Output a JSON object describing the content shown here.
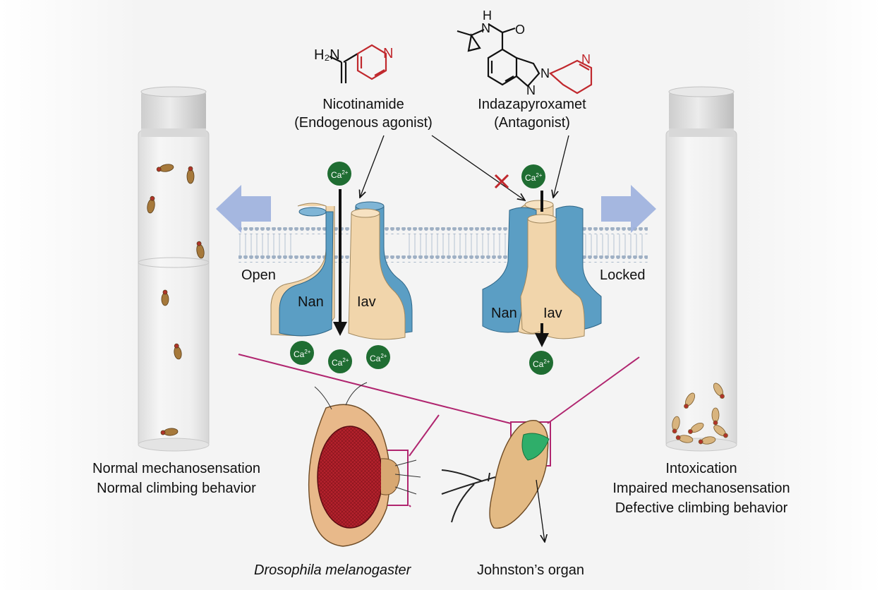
{
  "compounds": {
    "nicotinamide": {
      "formula_group": "H₂N",
      "ring_atom": "N",
      "name": "Nicotinamide",
      "role": "(Endogenous agonist)"
    },
    "indazapyroxamet": {
      "nh_h": "H",
      "nh_n": "N",
      "carbonyl_o": "O",
      "ring_n1": "N",
      "ring_n2": "N",
      "pyridine_n": "N",
      "name": "Indazapyroxamet",
      "role": "(Antagonist)"
    }
  },
  "channel_open": {
    "state": "Open",
    "nan": "Nan",
    "iav": "Iav"
  },
  "channel_locked": {
    "state": "Locked",
    "nan": "Nan",
    "iav": "Iav"
  },
  "ion": {
    "label": "Ca",
    "charge": "2+"
  },
  "left_tube": {
    "line1": "Normal mechanosensation",
    "line2": "Normal climbing behavior"
  },
  "right_tube": {
    "line1": "Intoxication",
    "line2": "Impaired mechanosensation",
    "line3": "Defective climbing behavior"
  },
  "bottom": {
    "species": "Drosophila melanogaster",
    "organ": "Johnston’s organ"
  },
  "colors": {
    "nan_blue": "#5b9ec4",
    "iav_tan": "#f1d5ab",
    "ion_green": "#1f6d32",
    "inhibit_red": "#c0282d",
    "zoom_magenta": "#b0256f",
    "arrow_blue": "#9cb0de"
  }
}
